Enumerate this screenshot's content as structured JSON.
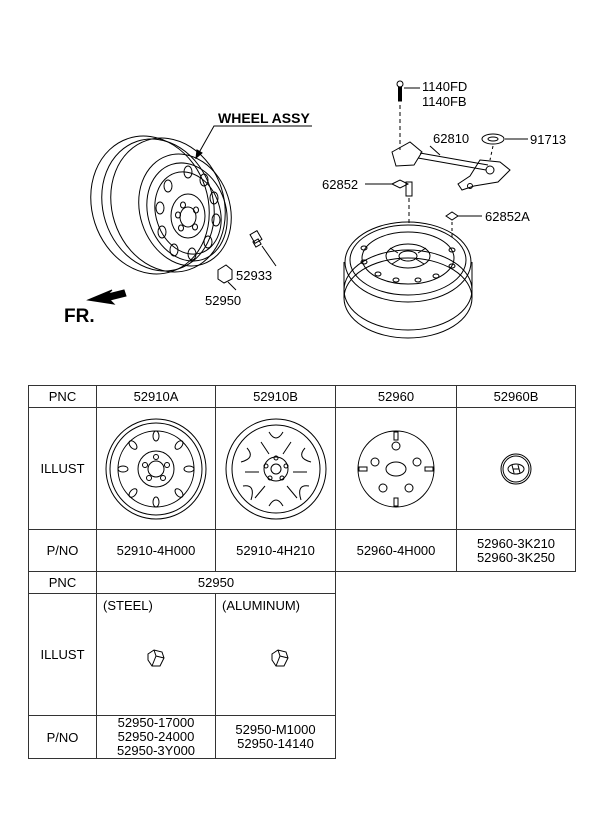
{
  "diagram": {
    "labels": {
      "wheel_assy": "WHEEL ASSY",
      "p1140fd": "1140FD",
      "p1140fb": "1140FB",
      "p62810": "62810",
      "p91713": "91713",
      "p62852": "62852",
      "p62852a": "62852A",
      "p52933": "52933",
      "p52950": "52950",
      "fr": "FR."
    }
  },
  "table1": {
    "pnc_label": "PNC",
    "illust_label": "ILLUST",
    "pno_label": "P/NO",
    "pnc": [
      "52910A",
      "52910B",
      "52960",
      "52960B"
    ],
    "pno": [
      [
        "52910-4H000"
      ],
      [
        "52910-4H210"
      ],
      [
        "52960-4H000"
      ],
      [
        "52960-3K210",
        "52960-3K250"
      ]
    ]
  },
  "table2": {
    "pnc_label": "PNC",
    "illust_label": "ILLUST",
    "pno_label": "P/NO",
    "pnc": "52950",
    "variants": [
      "(STEEL)",
      "(ALUMINUM)"
    ],
    "pno_steel": [
      "52950-17000",
      "52950-24000",
      "52950-3Y000"
    ],
    "pno_aluminum": [
      "52950-M1000",
      "52950-14140"
    ]
  }
}
